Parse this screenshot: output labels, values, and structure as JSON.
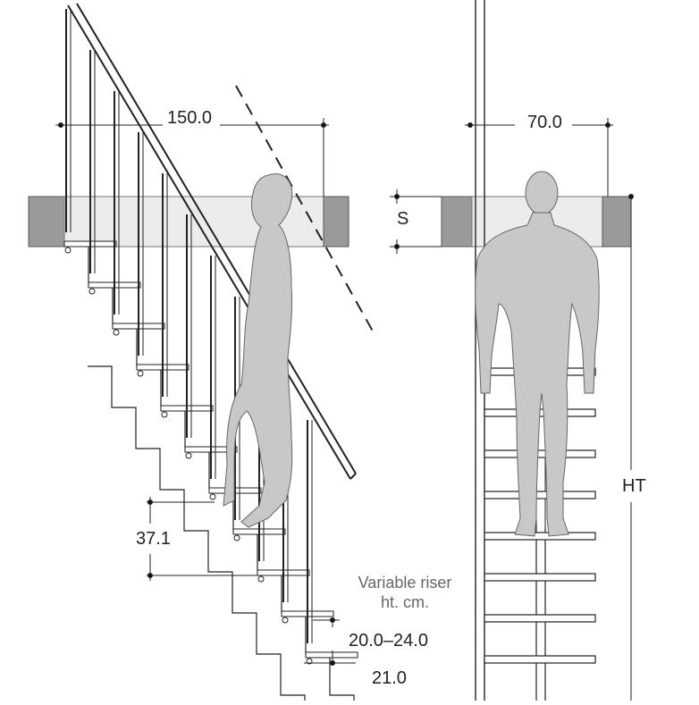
{
  "labels": {
    "width_dim": "150.0",
    "side_width_dim": "70.0",
    "slab_label": "S",
    "height_label": "HT",
    "going_dim": "37.1",
    "riser_note_line1": "Variable riser",
    "riser_note_line2": "ht. cm.",
    "riser_range": "20.0–24.0",
    "tread_dim": "21.0"
  },
  "colors": {
    "slab_fill": "#9a9a9a",
    "opening_fill": "#ececec",
    "figure_fill": "#c8c8c8",
    "line": "#222222"
  }
}
